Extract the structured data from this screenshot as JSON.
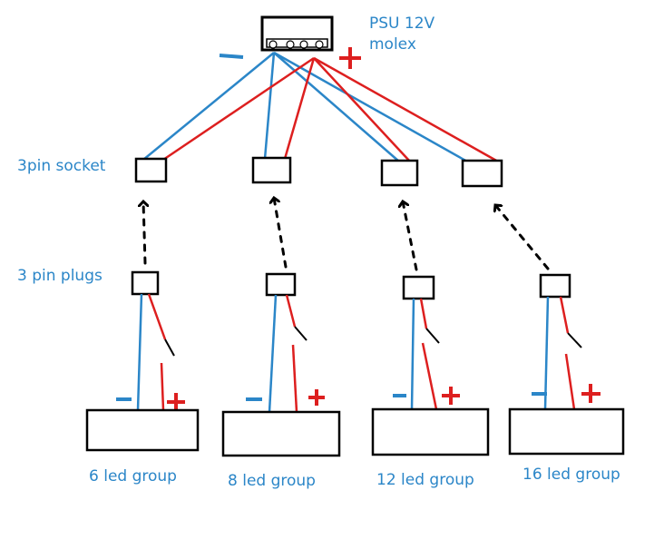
{
  "colors": {
    "blue": "#2b86c8",
    "red": "#dd1f1f",
    "black": "#000000",
    "label": "#2b86c8"
  },
  "psu": {
    "label_line1": "PSU 12V",
    "label_line2": "molex",
    "minus_sign": "−",
    "plus_sign": "+"
  },
  "labels": {
    "socket": "3pin socket",
    "plugs": "3 pin plugs"
  },
  "groups": [
    {
      "label": "6 led group",
      "minus": "−",
      "plus": "+"
    },
    {
      "label": "8 led group",
      "minus": "−",
      "plus": "+"
    },
    {
      "label": "12 led group",
      "minus": "−",
      "plus": "+"
    },
    {
      "label": "16 led group",
      "minus": "−",
      "plus": "+"
    }
  ]
}
